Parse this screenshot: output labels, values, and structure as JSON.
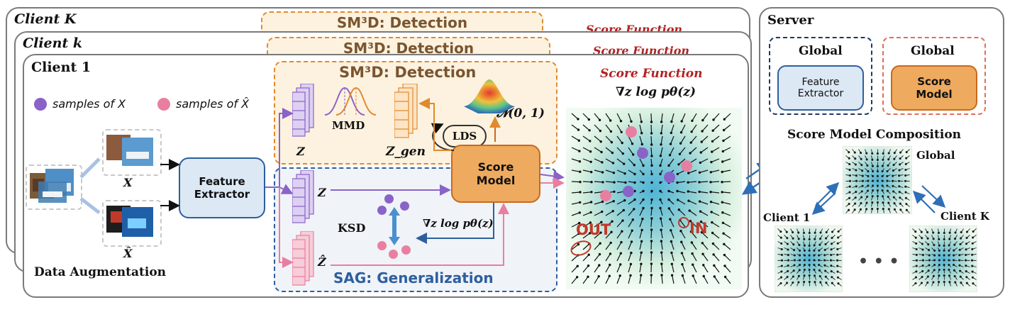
{
  "clients": {
    "back_label": "Client K",
    "middle_label": "Client k",
    "front_label": "Client 1"
  },
  "detection": {
    "title": "SM³D: Detection",
    "mmd_label": "MMD",
    "z_label": "Z",
    "zgen_label": "Z_gen",
    "lds_label": "LDS",
    "normal_label": "𝓝(0, 1)"
  },
  "score_function": {
    "title": "Score Function",
    "formula": "∇z log pθ(z)",
    "out_label": "OUT",
    "in_label": "IN"
  },
  "legend": {
    "x_samples": "samples of X",
    "xhat_samples": "samples of X̂"
  },
  "augmentation": {
    "x_label": "X",
    "xhat_label": "X̂",
    "caption": "Data Augmentation"
  },
  "feature_extractor": {
    "line1": "Feature",
    "line2": "Extractor"
  },
  "score_model": {
    "line1": "Score",
    "line2": "Model"
  },
  "generalization": {
    "title": "SAG: Generalization",
    "z_label": "Z",
    "zhat_label": "Ẑ",
    "ksd_label": "KSD",
    "grad_label": "∇z log pθ(z)"
  },
  "server": {
    "title": "Server",
    "global_fe_title": "Global",
    "fe_line1": "Feature",
    "fe_line2": "Extractor",
    "global_sm_title": "Global",
    "sm_line1": "Score",
    "sm_line2": "Model",
    "composition_title": "Score Model Composition",
    "global_label": "Global",
    "client1_label": "Client 1",
    "clientK_label": "Client K",
    "ellipsis": "• • •"
  },
  "colors": {
    "orange": "#e08a2e",
    "blue": "#2d5f9e",
    "purple": "#8a63c8",
    "pink": "#e97fa0",
    "red": "#b02323"
  }
}
